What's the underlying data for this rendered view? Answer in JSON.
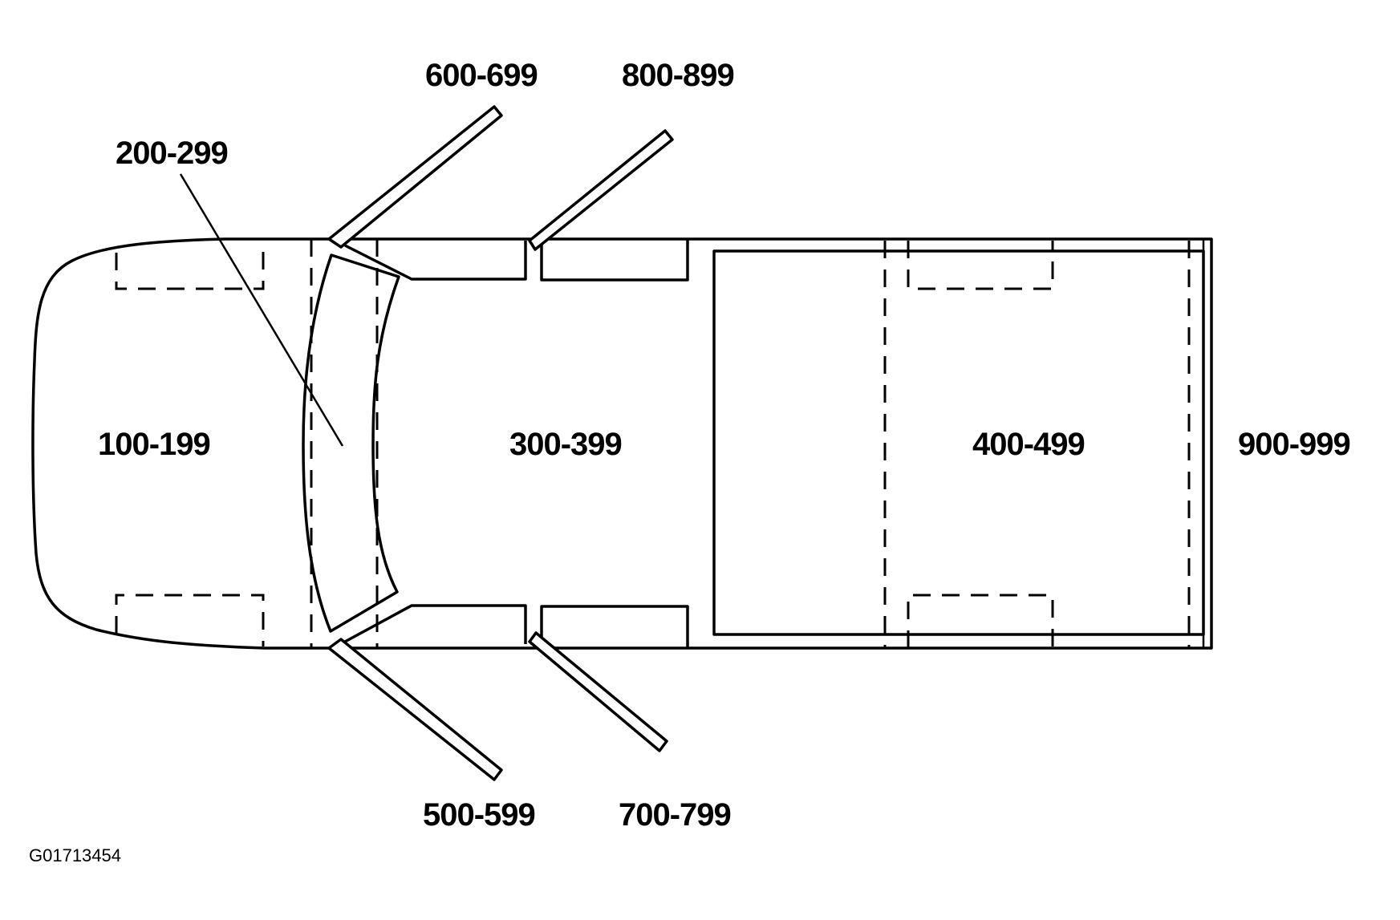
{
  "zones": {
    "front": "100-199",
    "windshield": "200-299",
    "cabin": "300-399",
    "cargo": "400-499",
    "left_front_door": "500-599",
    "right_front_door": "600-699",
    "left_rear_door": "700-799",
    "right_rear_door": "800-899",
    "rear": "900-999"
  },
  "figure_id": "G01713454"
}
